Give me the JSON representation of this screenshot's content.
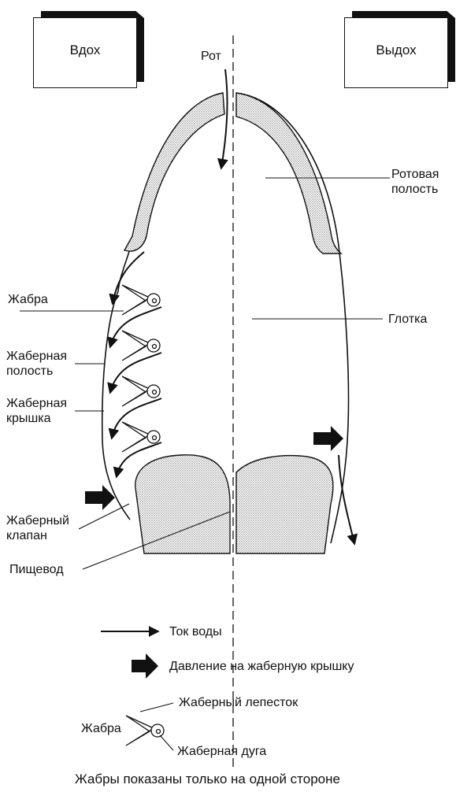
{
  "boxes": {
    "inhale": "Вдох",
    "exhale": "Выдох"
  },
  "labels": {
    "mouth": "Рот",
    "oral_cavity": "Ротовая\nполость",
    "pharynx": "Глотка",
    "gill": "Жабра",
    "gill_cavity": "Жаберная\nполость",
    "gill_cover": "Жаберная\nкрышка",
    "gill_valve": "Жаберный\nклапан",
    "esophagus": "Пищевод"
  },
  "legend": {
    "water_flow": "Ток воды",
    "pressure": "Давление на жаберную крышку",
    "gill": "Жабра",
    "gill_filament": "Жаберный лепесток",
    "gill_arch": "Жаберная дуга"
  },
  "note": "Жабры показаны только на одной стороне"
}
